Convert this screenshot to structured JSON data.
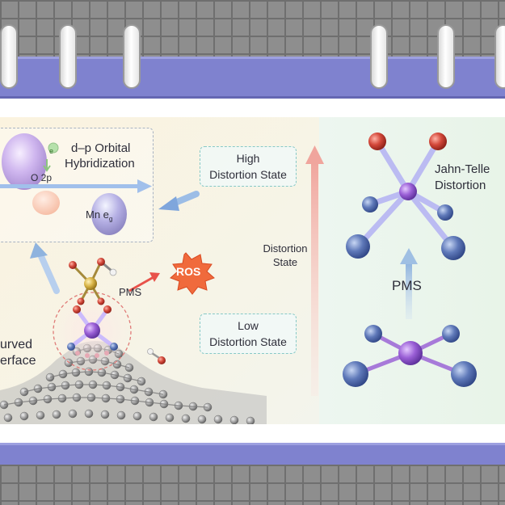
{
  "orbital_panel": {
    "title_line1": "d–p Orbital",
    "title_line2": "Hybridization",
    "o2p_label": "O 2p",
    "mn_label": "Mn e",
    "mn_subscript": "g",
    "electron_symbol": "e"
  },
  "surface": {
    "pms_label": "PMS",
    "ros_label": "ROS",
    "curved_line1": "urved",
    "curved_line2": "erface"
  },
  "states": {
    "high_line1": "High",
    "high_line2": "Distortion State",
    "axis_line1": "Distortion",
    "axis_line2": "State",
    "low_line1": "Low",
    "low_line2": "Distortion State"
  },
  "right_panel": {
    "jt_line1": "Jahn-Telle",
    "jt_line2": "Distortion",
    "pms_label": "PMS"
  },
  "colors": {
    "band": "#7f82cf",
    "atom_mn": "#9a5fd6",
    "atom_o_red": "#d3483a",
    "atom_ligand": "#5f79b9",
    "arrow_blue": "#7fa6dc",
    "arrow_pink": "#f0a59d",
    "ros_burst": "#f06a3c"
  }
}
